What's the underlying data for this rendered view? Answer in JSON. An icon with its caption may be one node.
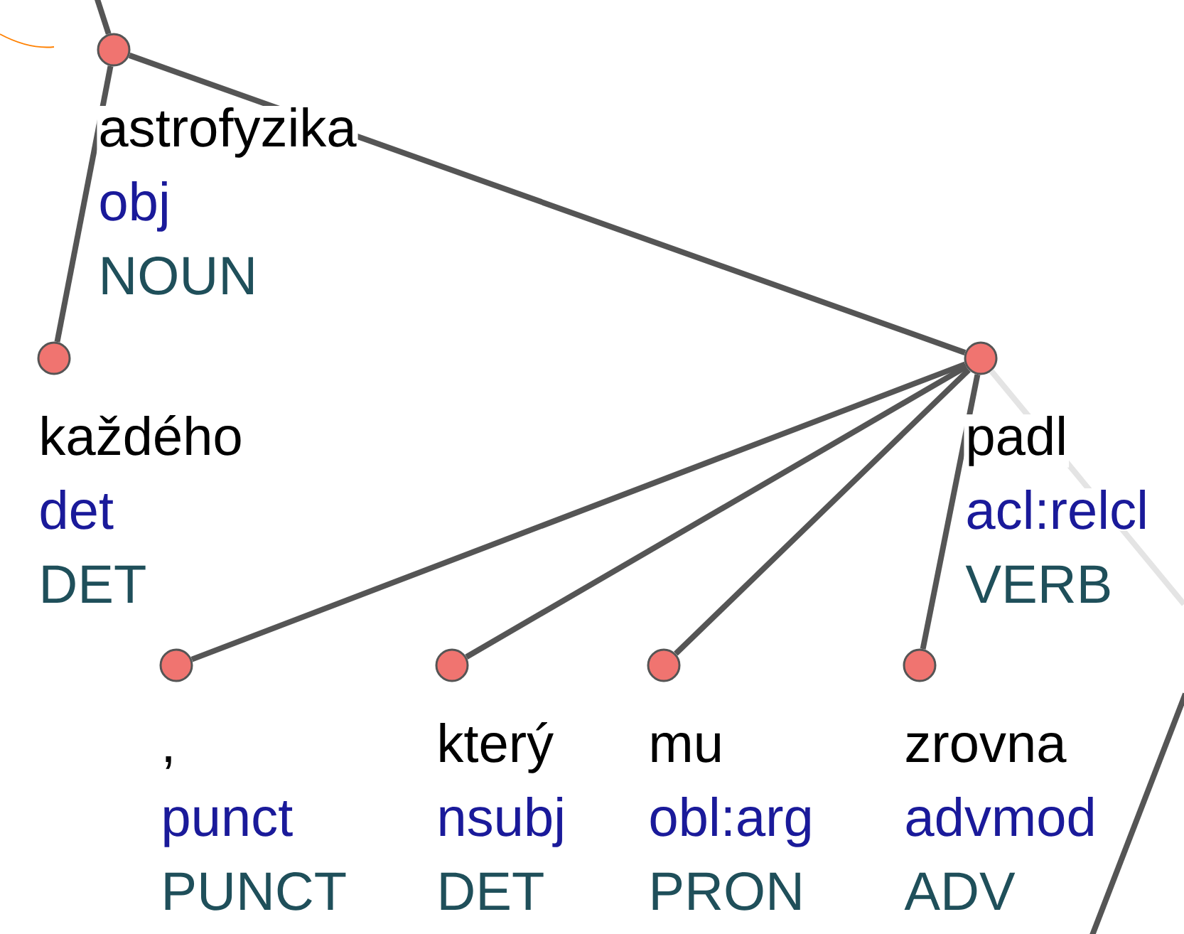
{
  "diagram": {
    "nodes": [
      {
        "text": [
          "astrofyzika",
          "obj",
          "NOUN"
        ]
      },
      {
        "text": [
          "každého",
          "det",
          "DET"
        ]
      },
      {
        "text": [
          "padl",
          "acl:relcl",
          "VERB"
        ]
      },
      {
        "text": [
          ",",
          "punct",
          "PUNCT"
        ]
      },
      {
        "text": [
          "který",
          "nsubj",
          "DET"
        ]
      },
      {
        "text": [
          "mu",
          "obl:arg",
          "PRON"
        ]
      },
      {
        "text": [
          "zrovna",
          "advmod",
          "ADV"
        ]
      }
    ],
    "edges": [
      {
        "from": null,
        "to": 0,
        "arrow": "none"
      },
      {
        "from": 0,
        "to": 1,
        "arrow": "none"
      },
      {
        "from": 0,
        "to": 2,
        "arrow": "none"
      },
      {
        "from": 2,
        "to": 3,
        "arrow": "none"
      },
      {
        "from": 2,
        "to": 4,
        "arrow": "none"
      },
      {
        "from": 2,
        "to": 5,
        "arrow": "none"
      },
      {
        "from": 2,
        "to": 6,
        "arrow": "none"
      },
      {
        "from": 2,
        "to": null,
        "arrow": "none",
        "color": "#e4e4e4"
      }
    ]
  }
}
